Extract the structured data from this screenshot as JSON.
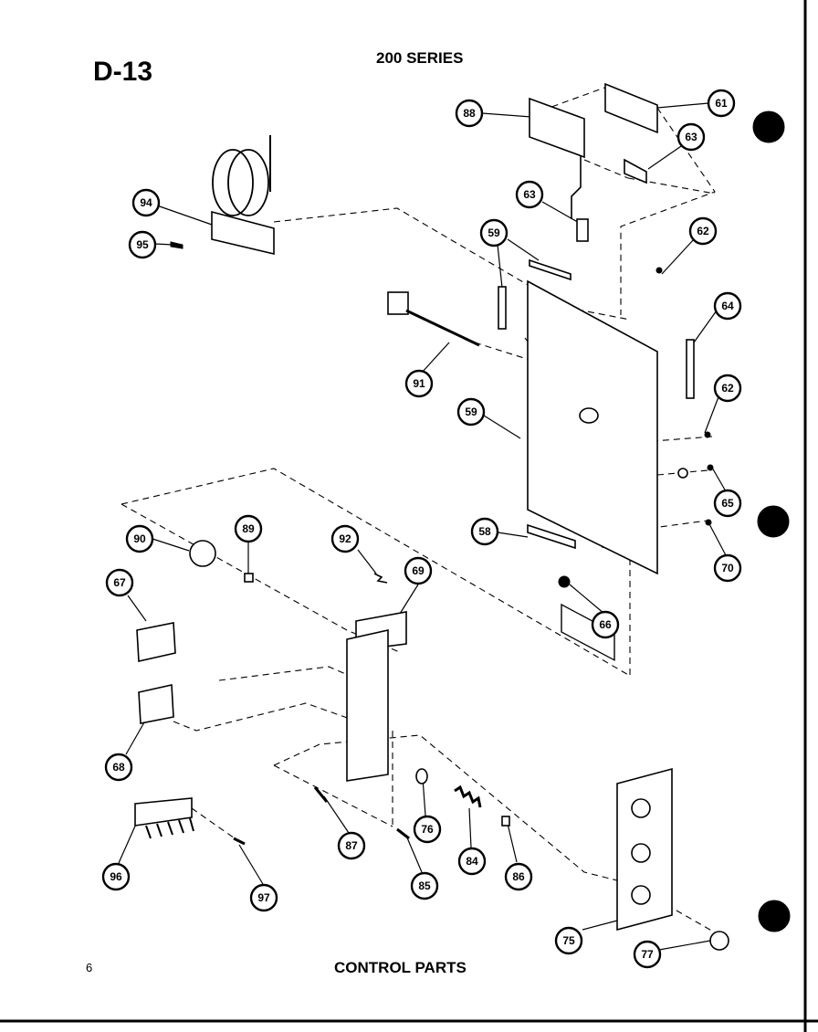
{
  "header": {
    "code": "D-13",
    "series": "200 SERIES"
  },
  "footer": {
    "page_number": "6",
    "caption": "CONTROL PARTS"
  },
  "callouts": {
    "c88_top": "88",
    "c61": "61",
    "c63a": "63",
    "c63b": "63",
    "c94": "94",
    "c95": "95",
    "c59a": "59",
    "c62a": "62",
    "c64": "64",
    "c91": "91",
    "c62b": "62",
    "c59b": "59",
    "c65": "65",
    "c58": "58",
    "c70": "70",
    "c90": "90",
    "c89": "89",
    "c92": "92",
    "c69": "69",
    "c66": "66",
    "c67": "67",
    "c68": "68",
    "c87": "87",
    "c76": "76",
    "c84": "84",
    "c86a": "86",
    "c85": "85",
    "c96": "96",
    "c97": "97",
    "c75": "75",
    "c77": "77"
  }
}
